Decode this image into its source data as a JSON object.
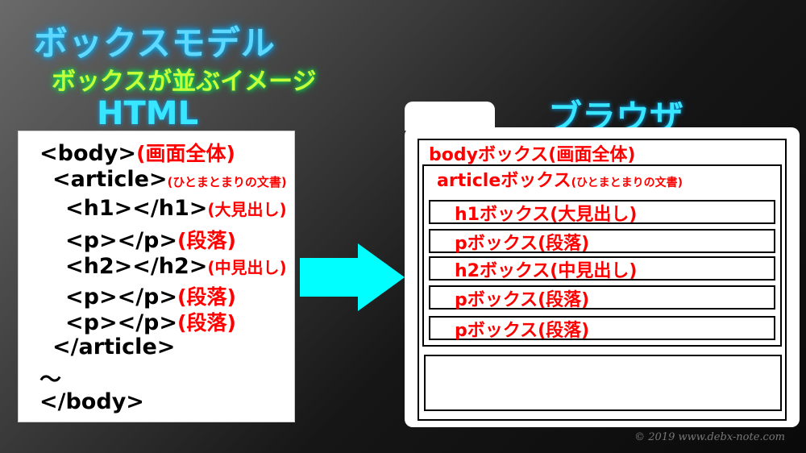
{
  "titles": {
    "main": "ボックスモデル",
    "sub": "ボックスが並ぶイメージ",
    "html_label": "HTML",
    "browser_label": "ブラウザ"
  },
  "code": {
    "body_open": "<body>",
    "body_note": "(画面全体)",
    "article_open": "<article>",
    "article_note": "(ひとまとまりの文書)",
    "h1": "<h1></h1>",
    "h1_note": "(大見出し)",
    "p1": "<p></p>",
    "p1_note": "(段落)",
    "h2": "<h2></h2>",
    "h2_note": "(中見出し)",
    "p2": "<p></p>",
    "p2_note": "(段落)",
    "p3": "<p></p>",
    "p3_note": "(段落)",
    "article_close": "</article>",
    "tilde": "〜",
    "body_close": "</body>"
  },
  "browser": {
    "body_box": "bodyボックス(画面全体)",
    "article_box_main": "articleボックス",
    "article_box_note": "(ひとまとまりの文書)",
    "h1_box": "h1ボックス(大見出し)",
    "p1_box": "pボックス(段落)",
    "h2_box": "h2ボックス(中見出し)",
    "p2_box": "pボックス(段落)",
    "p3_box": "pボックス(段落)"
  },
  "colors": {
    "title_cyan": "#5fd8ff",
    "subtitle_green": "#c6ff3a",
    "note_red": "#ff0000",
    "arrow_cyan": "#00ffff"
  },
  "watermark": "© 2019 www.debx-note.com"
}
